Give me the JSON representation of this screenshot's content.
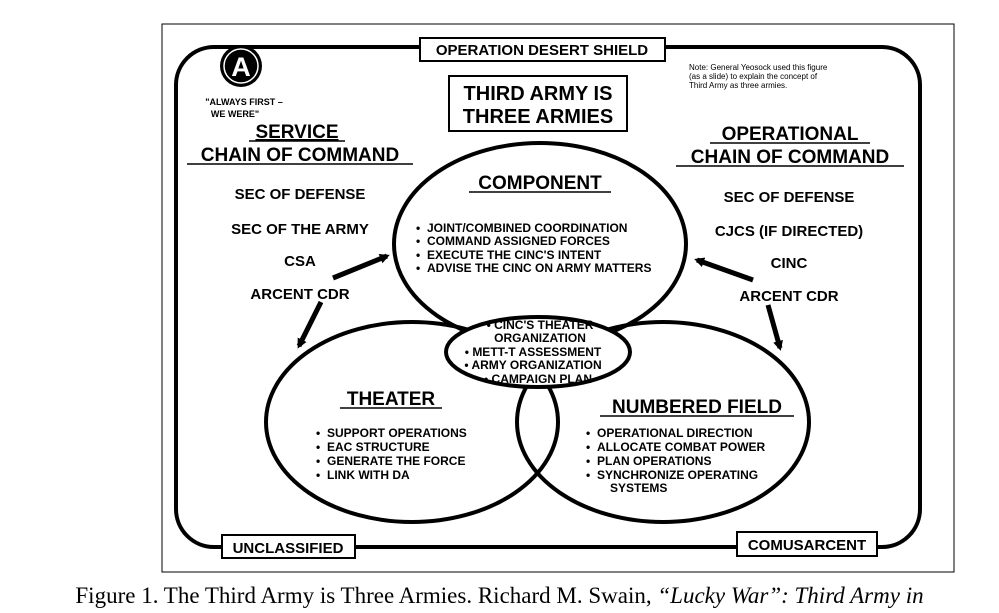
{
  "header": {
    "banner": "OPERATION DESERT SHIELD"
  },
  "logo": {
    "letter": "A",
    "motto_line1": "\"ALWAYS FIRST –",
    "motto_line2": "WE WERE\""
  },
  "title": {
    "line1": "THIRD ARMY IS",
    "line2": "THREE ARMIES"
  },
  "note": {
    "line1": "Note: General Yeosock used this figure",
    "line2": "(as a slide) to explain the concept of",
    "line3": "Third Army as three armies."
  },
  "service": {
    "heading_line1": "SERVICE",
    "heading_line2": "CHAIN OF COMMAND",
    "items": [
      "SEC OF DEFENSE",
      "SEC OF THE ARMY",
      "CSA",
      "ARCENT CDR"
    ]
  },
  "operational": {
    "heading_line1": "OPERATIONAL",
    "heading_line2": "CHAIN OF COMMAND",
    "items": [
      "SEC OF DEFENSE",
      "CJCS (IF DIRECTED)",
      "CINC",
      "ARCENT CDR"
    ]
  },
  "component": {
    "title": "COMPONENT",
    "bullets": [
      "JOINT/COMBINED COORDINATION",
      "COMMAND ASSIGNED FORCES",
      "EXECUTE THE CINC'S INTENT",
      "ADVISE THE CINC ON ARMY MATTERS"
    ]
  },
  "center": {
    "bullets": [
      "CINC'S THEATER",
      "ORGANIZATION",
      "METT-T ASSESSMENT",
      "ARMY ORGANIZATION",
      "CAMPAIGN PLAN"
    ]
  },
  "theater": {
    "title": "THEATER",
    "bullets": [
      "SUPPORT OPERATIONS",
      "EAC STRUCTURE",
      "GENERATE THE FORCE",
      "LINK WITH DA"
    ]
  },
  "numbered": {
    "title": "NUMBERED FIELD",
    "bullets": [
      "OPERATIONAL DIRECTION",
      "ALLOCATE COMBAT POWER",
      "PLAN OPERATIONS",
      "SYNCHRONIZE OPERATING",
      "SYSTEMS"
    ]
  },
  "footer": {
    "left": "UNCLASSIFIED",
    "right": "COMUSARCENT"
  },
  "caption": {
    "text": "Figure 1. The Third Army is Three Armies. Richard M. Swain, ",
    "italic": "“Lucky War”: Third Army in"
  }
}
